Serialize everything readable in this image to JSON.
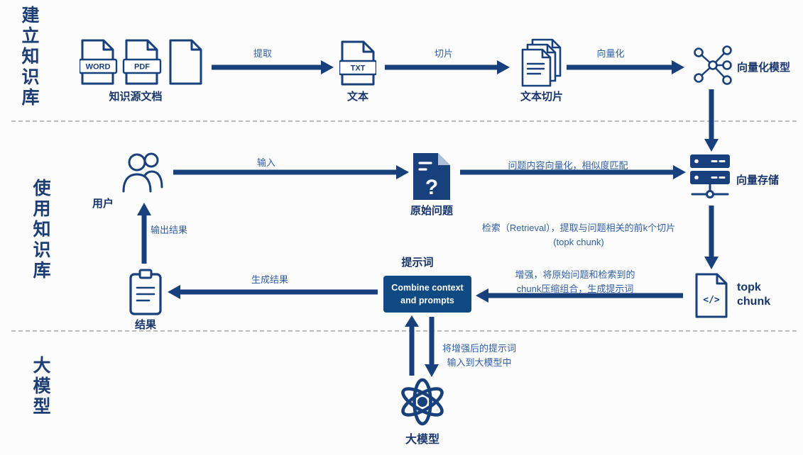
{
  "sections": {
    "build": {
      "label": "建立知识库"
    },
    "use": {
      "label": "使用知识库"
    },
    "llm": {
      "label": "大模型"
    }
  },
  "nodes": {
    "source_docs": {
      "caption": "知识源文档",
      "badges": {
        "word": "WORD",
        "pdf": "PDF"
      }
    },
    "text_file": {
      "caption": "文本",
      "badge": "TXT"
    },
    "text_chunks": {
      "caption": "文本切片"
    },
    "embedding_model": {
      "caption": "向量化模型"
    },
    "user": {
      "caption": "用户"
    },
    "question": {
      "caption": "原始问题",
      "mark": "?"
    },
    "vector_store": {
      "caption": "向量存储"
    },
    "topk_chunk": {
      "caption": "topk\nchunk",
      "code": "</>"
    },
    "prompt": {
      "caption": "提示词",
      "box_text": "Combine context\nand prompts"
    },
    "result": {
      "caption": "结果"
    },
    "large_model": {
      "caption": "大模型"
    }
  },
  "edges": {
    "extract": {
      "label": "提取"
    },
    "slice": {
      "label": "切片"
    },
    "vectorize": {
      "label": "向量化"
    },
    "input": {
      "label": "输入"
    },
    "match": {
      "label": "问题内容向量化，相似度匹配"
    },
    "retrieval": {
      "label": "检索（Retrieval），提取与问题相关的前k个切片\n(topk chunk)"
    },
    "augment": {
      "label": "增强，将原始问题和检索到的\nchunk压缩组合，生成提示词"
    },
    "generate": {
      "label": "生成结果"
    },
    "output": {
      "label": "输出结果"
    },
    "feed_model": {
      "label": "将增强后的提示词\n输入到大模型中"
    }
  },
  "colors": {
    "primary": "#17407C",
    "fill_box": "#0F4A82",
    "edge_label": "#2F5FA3",
    "caption": "#18356B",
    "separator": "#A6A6A6",
    "background": "#FCFCFC"
  }
}
